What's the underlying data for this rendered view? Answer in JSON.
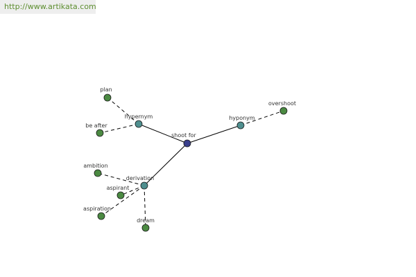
{
  "header": {
    "url": "http://www.artikata.com"
  },
  "colors": {
    "center": "#3a3f8c",
    "relation": "#4f8f8f",
    "leaf": "#4b8a42"
  },
  "graph": {
    "center": "shoot for",
    "relations": {
      "hypernym": "hypernym",
      "hyponym": "hyponym",
      "derivation": "derivation"
    },
    "leaves": {
      "plan": "plan",
      "be_after": "be after",
      "overshoot": "overshoot",
      "ambition": "ambition",
      "aspirant": "aspirant",
      "aspiration": "aspiration",
      "dream": "dream"
    }
  }
}
